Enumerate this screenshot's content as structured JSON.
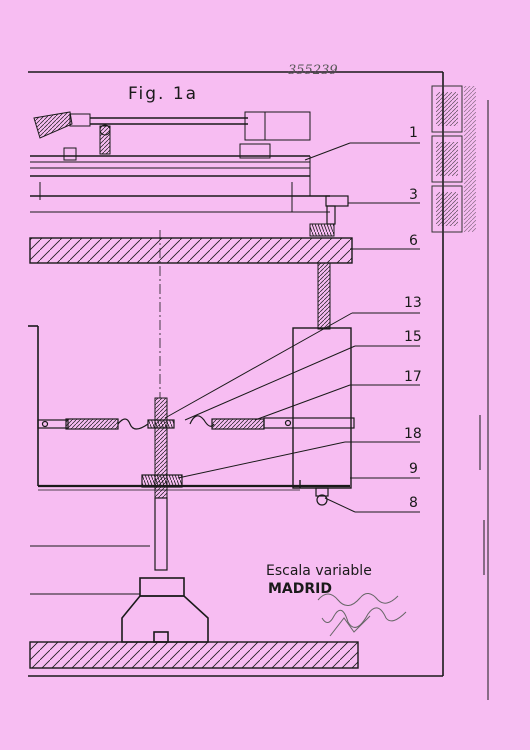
{
  "sheet": {
    "number": "355239",
    "title": "Fig. 1a",
    "caption_line1": "Escala variable",
    "caption_line2": "MADRID"
  },
  "callouts": [
    "1",
    "3",
    "6",
    "13",
    "15",
    "17",
    "18",
    "9",
    "8"
  ],
  "colors": {
    "background": "#f7bdf2",
    "ink": "#1a1a1a"
  },
  "icons": [
    "revenue-stamp-icon",
    "signature-icon"
  ]
}
